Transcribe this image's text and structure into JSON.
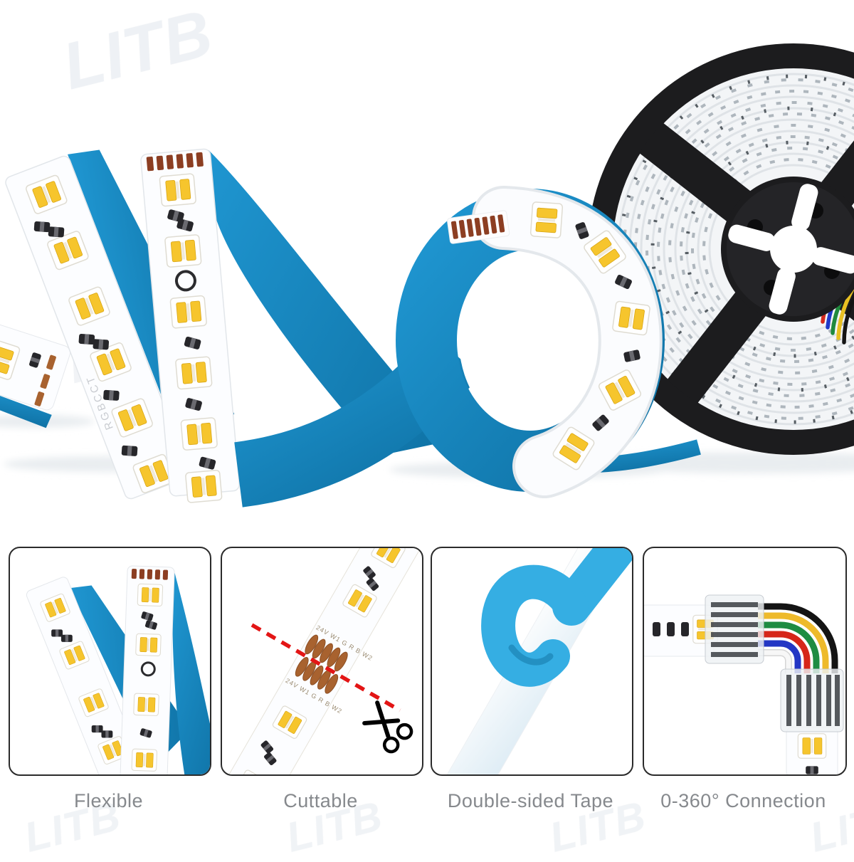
{
  "watermark": {
    "text": "LITB"
  },
  "colors": {
    "strip_blue": "#1f96d1",
    "strip_blue_dark": "#0f72a5",
    "tape_blue": "#35aee3",
    "pcb_white": "#fcfdff",
    "pcb_edge": "#e3e7eb",
    "led_yellow": "#f6c52d",
    "led_yellow_deep": "#dfa713",
    "copper": "#a8622f",
    "pad_dark": "#8c3e22",
    "reel_black": "#1c1c1e",
    "resistor_dark": "#26262a",
    "shadow": "#e9edf0",
    "caption_gray": "#86898d",
    "cut_line_red": "#e31515",
    "watermark_gray": "#eef1f5"
  },
  "hero": {
    "strip_marking": "RGBCCT",
    "reel_wire_colors": [
      "#d42a1e",
      "#2038c8",
      "#1f8a3d",
      "#e8c022",
      "#141414"
    ]
  },
  "features": [
    {
      "label": "Flexible"
    },
    {
      "label": "Cuttable",
      "pad_text": "24V W1 G R B W2"
    },
    {
      "label": "Double-sided Tape"
    },
    {
      "label": "0-360° Connection",
      "wire_colors": [
        "#141414",
        "#eeba2b",
        "#1e8c42",
        "#d62619",
        "#2336c4",
        "#f7f7f7"
      ]
    }
  ]
}
